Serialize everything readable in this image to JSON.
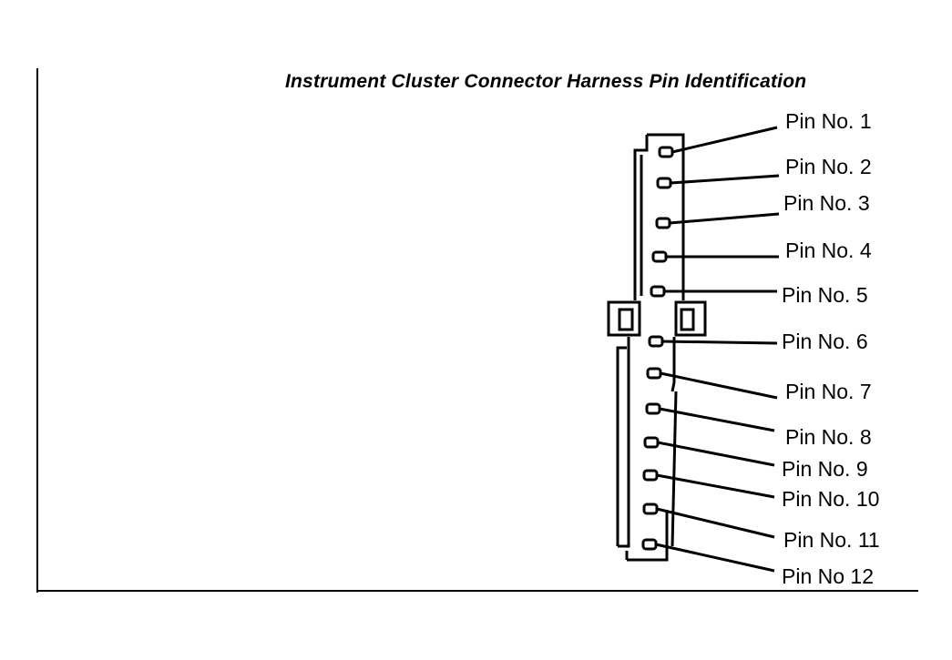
{
  "title": "Instrument Cluster Connector Harness Pin Identification",
  "pins": [
    {
      "label": "Pin No. 1"
    },
    {
      "label": "Pin No. 2"
    },
    {
      "label": "Pin No. 3"
    },
    {
      "label": "Pin No. 4"
    },
    {
      "label": "Pin No. 5"
    },
    {
      "label": "Pin No. 6"
    },
    {
      "label": "Pin No. 7"
    },
    {
      "label": "Pin No. 8"
    },
    {
      "label": "Pin No. 9"
    },
    {
      "label": "Pin No. 10"
    },
    {
      "label": "Pin No. 11"
    },
    {
      "label": "Pin No  12"
    }
  ]
}
